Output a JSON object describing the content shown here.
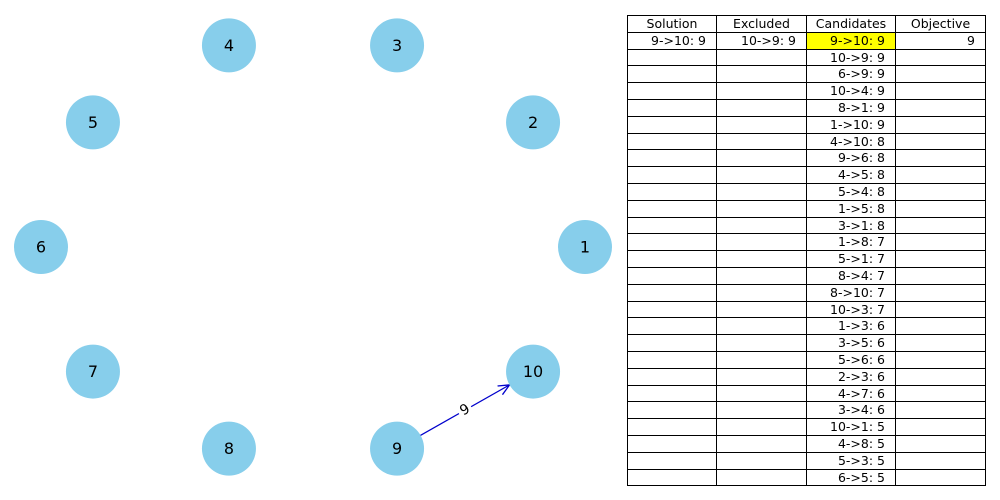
{
  "graph": {
    "nodes": [
      "1",
      "2",
      "3",
      "4",
      "5",
      "6",
      "7",
      "8",
      "9",
      "10"
    ],
    "node_color": "#87ceeb",
    "edges": [
      {
        "from": "9",
        "to": "10",
        "weight": "9",
        "color": "#0000cc"
      }
    ]
  },
  "table": {
    "headers": [
      "Solution",
      "Excluded",
      "Candidates",
      "Objective"
    ],
    "solution": [
      "9->10: 9"
    ],
    "excluded": [
      "10->9: 9"
    ],
    "objective": [
      "9"
    ],
    "highlight_color": "#ffff00",
    "candidates": [
      "9->10: 9",
      "10->9: 9",
      "6->9: 9",
      "10->4: 9",
      "8->1: 9",
      "1->10: 9",
      "4->10: 8",
      "9->6: 8",
      "4->5: 8",
      "5->4: 8",
      "1->5: 8",
      "3->1: 8",
      "1->8: 7",
      "5->1: 7",
      "8->4: 7",
      "8->10: 7",
      "10->3: 7",
      "1->3: 6",
      "3->5: 6",
      "5->6: 6",
      "2->3: 6",
      "4->7: 6",
      "3->4: 6",
      "10->1: 5",
      "4->8: 5",
      "5->3: 5",
      "6->5: 5"
    ]
  }
}
